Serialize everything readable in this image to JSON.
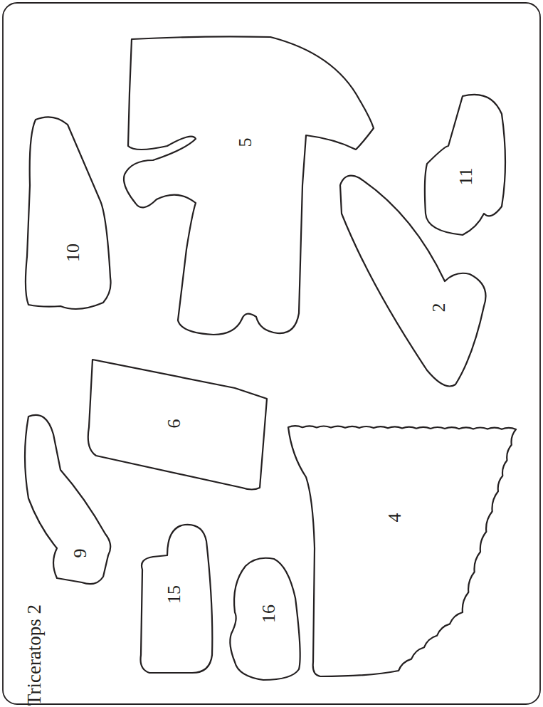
{
  "diagram": {
    "title": "Triceratops 2",
    "nodes": [
      {
        "text": [
          "10"
        ]
      },
      {
        "text": [
          "5"
        ]
      },
      {
        "text": [
          "11"
        ]
      },
      {
        "text": [
          "2"
        ]
      },
      {
        "text": [
          "6"
        ]
      },
      {
        "text": [
          "9"
        ]
      },
      {
        "text": [
          "4"
        ]
      },
      {
        "text": [
          "15"
        ]
      },
      {
        "text": [
          "16"
        ]
      }
    ]
  }
}
